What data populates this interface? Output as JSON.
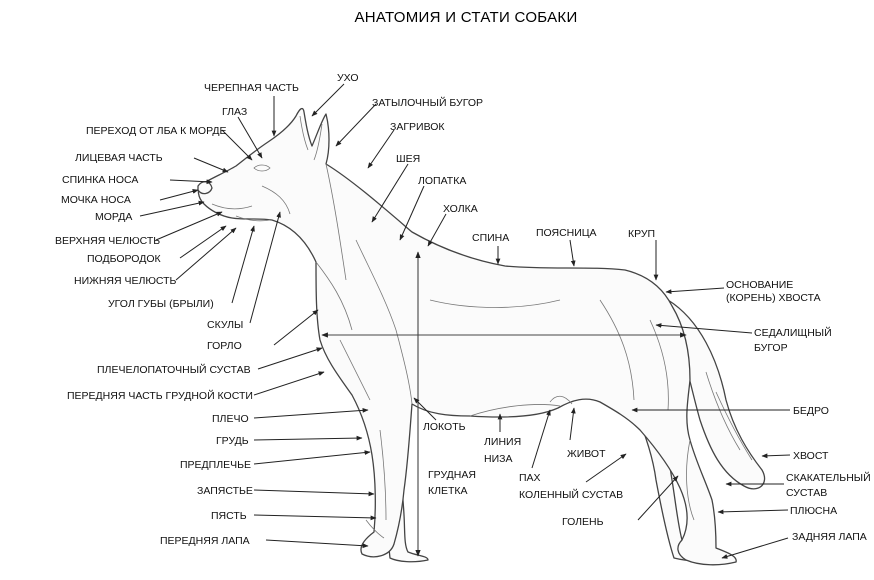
{
  "title": "АНАТОМИЯ И СТАТИ СОБАКИ",
  "labels": {
    "cherepnaya": "ЧЕРЕПНАЯ ЧАСТЬ",
    "ukho": "УХО",
    "glaz": "ГЛАЗ",
    "zatylochny": "ЗАТЫЛОЧНЫЙ БУГОР",
    "perekhod": "ПЕРЕХОД ОТ ЛБА К МОРДЕ",
    "zagrivok": "ЗАГРИВОК",
    "litsevaya": "ЛИЦЕВАЯ ЧАСТЬ",
    "sheya": "ШЕЯ",
    "spinka_nosa": "СПИНКА НОСА",
    "lopatka": "ЛОПАТКА",
    "mochka": "МОЧКА НОСА",
    "kholka": "ХОЛКА",
    "morda": "МОРДА",
    "spina": "СПИНА",
    "poyasnitsa": "ПОЯСНИЦА",
    "krup": "КРУП",
    "verkhnyaya": "ВЕРХНЯЯ ЧЕЛЮСТЬ",
    "podborodok": "ПОДБОРОДОК",
    "osnovanie_1": "ОСНОВАНИЕ",
    "osnovanie_2": "(КОРЕНЬ) ХВОСТА",
    "nizhnyaya": "НИЖНЯЯ ЧЕЛЮСТЬ",
    "ugol_guby": "УГОЛ ГУБЫ (БРЫЛИ)",
    "skuly": "СКУЛЫ",
    "sedalishchny_1": "СЕДАЛИЩНЫЙ",
    "sedalishchny_2": "БУГОР",
    "gorlo": "ГОРЛО",
    "plechelopatochny": "ПЛЕЧЕЛОПАТОЧНЫЙ СУСТАВ",
    "perednyaya_grud": "ПЕРЕДНЯЯ ЧАСТЬ ГРУДНОЙ КОСТИ",
    "bedro": "БЕДРО",
    "plecho": "ПЛЕЧО",
    "lokot": "ЛОКОТЬ",
    "liniya_1": "ЛИНИЯ",
    "liniya_2": "НИЗА",
    "zhivot": "ЖИВОТ",
    "grud": "ГРУДЬ",
    "khvost": "ХВОСТ",
    "predplechye": "ПРЕДПЛЕЧЬЕ",
    "grudnaya_1": "ГРУДНАЯ",
    "grudnaya_2": "КЛЕТКА",
    "pakh": "ПАХ",
    "skakatelny_1": "СКАКАТЕЛЬНЫЙ",
    "skakatelny_2": "СУСТАВ",
    "zapyastye": "ЗАПЯСТЬЕ",
    "kolenny": "КОЛЕННЫЙ СУСТАВ",
    "plyusna": "ПЛЮСНА",
    "pyast": "ПЯСТЬ",
    "golen": "ГОЛЕНЬ",
    "perednyaya_lapa": "ПЕРЕДНЯЯ ЛАПА",
    "zadnyaya_lapa": "ЗАДНЯЯ ЛАПА"
  }
}
